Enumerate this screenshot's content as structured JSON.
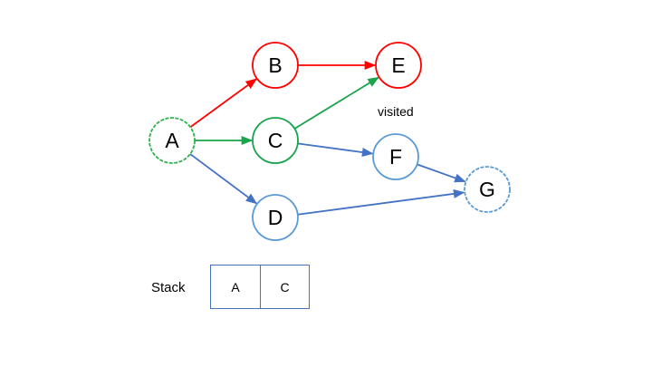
{
  "diagram": {
    "nodes": [
      {
        "id": "A",
        "label": "A",
        "color": "#2eb24a",
        "dashed": true
      },
      {
        "id": "B",
        "label": "B",
        "color": "#ff0000",
        "dashed": false
      },
      {
        "id": "C",
        "label": "C",
        "color": "#19a34b",
        "dashed": false
      },
      {
        "id": "D",
        "label": "D",
        "color": "#5b9bd5",
        "dashed": false
      },
      {
        "id": "E",
        "label": "E",
        "color": "#ff0000",
        "dashed": false
      },
      {
        "id": "F",
        "label": "F",
        "color": "#5b9bd5",
        "dashed": false
      },
      {
        "id": "G",
        "label": "G",
        "color": "#5b9bd5",
        "dashed": true
      }
    ],
    "edges": [
      {
        "from": "A",
        "to": "B",
        "color": "#ff0000"
      },
      {
        "from": "B",
        "to": "E",
        "color": "#ff0000"
      },
      {
        "from": "A",
        "to": "C",
        "color": "#19a34b"
      },
      {
        "from": "C",
        "to": "E",
        "color": "#19a34b"
      },
      {
        "from": "A",
        "to": "D",
        "color": "#4472c4"
      },
      {
        "from": "C",
        "to": "F",
        "color": "#4472c4"
      },
      {
        "from": "F",
        "to": "G",
        "color": "#4472c4"
      },
      {
        "from": "D",
        "to": "G",
        "color": "#4472c4"
      }
    ],
    "visited_note": "visited"
  },
  "stack": {
    "label": "Stack",
    "items": [
      "A",
      "C"
    ]
  }
}
